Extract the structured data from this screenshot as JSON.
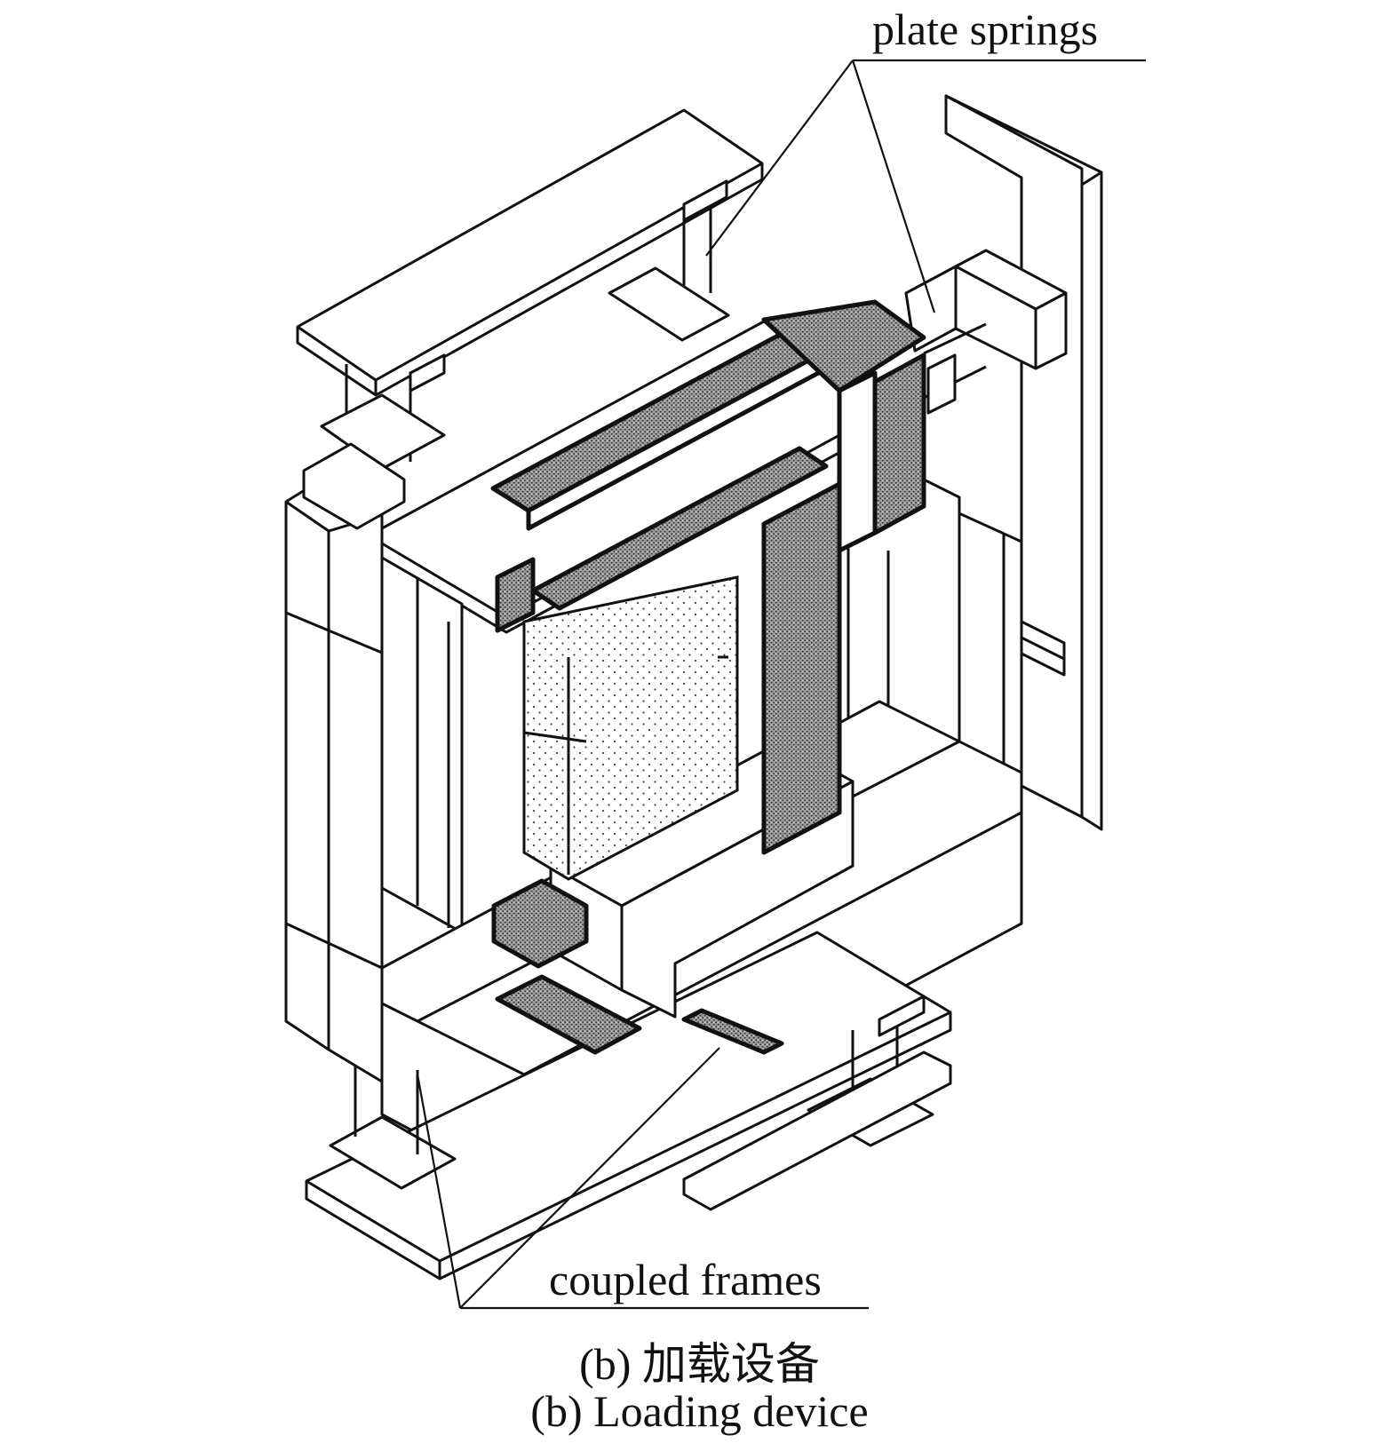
{
  "labels": {
    "plate_springs": "plate springs",
    "coupled_frames": "coupled frames"
  },
  "caption": {
    "chinese": "(b) 加载设备",
    "english": "(b) Loading device"
  },
  "colors": {
    "ink": "#111111",
    "background": "#ffffff",
    "hatch": "#555555"
  }
}
